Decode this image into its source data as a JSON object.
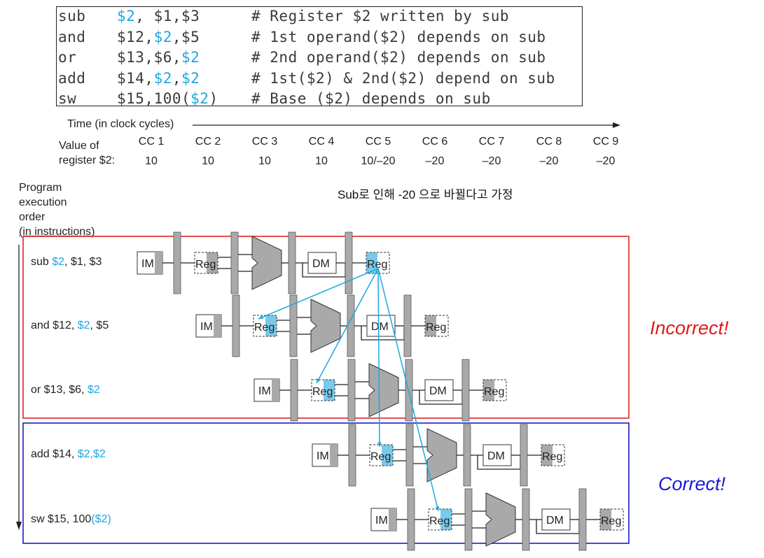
{
  "code": [
    {
      "op": "sub",
      "args": [
        {
          "t": "$2",
          "h": true
        },
        {
          "t": ", $1,$3",
          "h": false
        }
      ],
      "comment": "# Register $2 written by sub"
    },
    {
      "op": "and",
      "args": [
        {
          "t": "$12,",
          "h": false
        },
        {
          "t": "$2",
          "h": true
        },
        {
          "t": ",$5",
          "h": false
        }
      ],
      "comment": "# 1st operand($2) depends on sub"
    },
    {
      "op": "or",
      "args": [
        {
          "t": "$13,$6,",
          "h": false
        },
        {
          "t": "$2",
          "h": true
        }
      ],
      "comment": "# 2nd operand($2) depends on sub"
    },
    {
      "op": "add",
      "args": [
        {
          "t": "$14,",
          "h": false
        },
        {
          "t": "$2",
          "h": true
        },
        {
          "t": ",",
          "h": false
        },
        {
          "t": "$2",
          "h": true
        }
      ],
      "comment": "# 1st($2) & 2nd($2) depend on sub"
    },
    {
      "op": "sw",
      "args": [
        {
          "t": "$15,100(",
          "h": false
        },
        {
          "t": "$2",
          "h": true
        },
        {
          "t": ")",
          "h": false
        }
      ],
      "comment": "# Base ($2) depends on sub"
    }
  ],
  "timeline_label": "Time (in clock cycles)",
  "value_label_1": "Value of",
  "value_label_2": "register $2:",
  "cycles": [
    "CC 1",
    "CC 2",
    "CC 3",
    "CC 4",
    "CC 5",
    "CC 6",
    "CC 7",
    "CC 8",
    "CC 9"
  ],
  "values": [
    "10",
    "10",
    "10",
    "10",
    "10/–20",
    "–20",
    "–20",
    "–20",
    "–20"
  ],
  "order_label": [
    "Program",
    "execution",
    "order",
    "(in instructions)"
  ],
  "note": "Sub로 인해 -20 으로 바뀔다고 가정",
  "instructions": [
    {
      "parts": [
        {
          "t": "sub ",
          "h": false
        },
        {
          "t": "$2",
          "h": true
        },
        {
          "t": ", $1, $3",
          "h": false
        }
      ]
    },
    {
      "parts": [
        {
          "t": "and $12, ",
          "h": false
        },
        {
          "t": "$2",
          "h": true
        },
        {
          "t": ", $5",
          "h": false
        }
      ]
    },
    {
      "parts": [
        {
          "t": "or $13, $6, ",
          "h": false
        },
        {
          "t": "$2",
          "h": true
        }
      ]
    },
    {
      "parts": [
        {
          "t": "add $14, ",
          "h": false
        },
        {
          "t": "$2,$2",
          "h": true
        }
      ]
    },
    {
      "parts": [
        {
          "t": "sw $15, 100",
          "h": false
        },
        {
          "t": "($2)",
          "h": true
        }
      ]
    }
  ],
  "stage_labels": {
    "im": "IM",
    "reg": "Reg",
    "dm": "DM"
  },
  "verdict_incorrect": "Incorrect!",
  "verdict_correct": "Correct!",
  "colors": {
    "highlight": "#1ea7df",
    "stage_gray": "#a9a9a9",
    "incorrect": "#e01b1b",
    "correct": "#1a1ad6",
    "box_red": "#e02424",
    "box_blue": "#1c1cc8"
  }
}
